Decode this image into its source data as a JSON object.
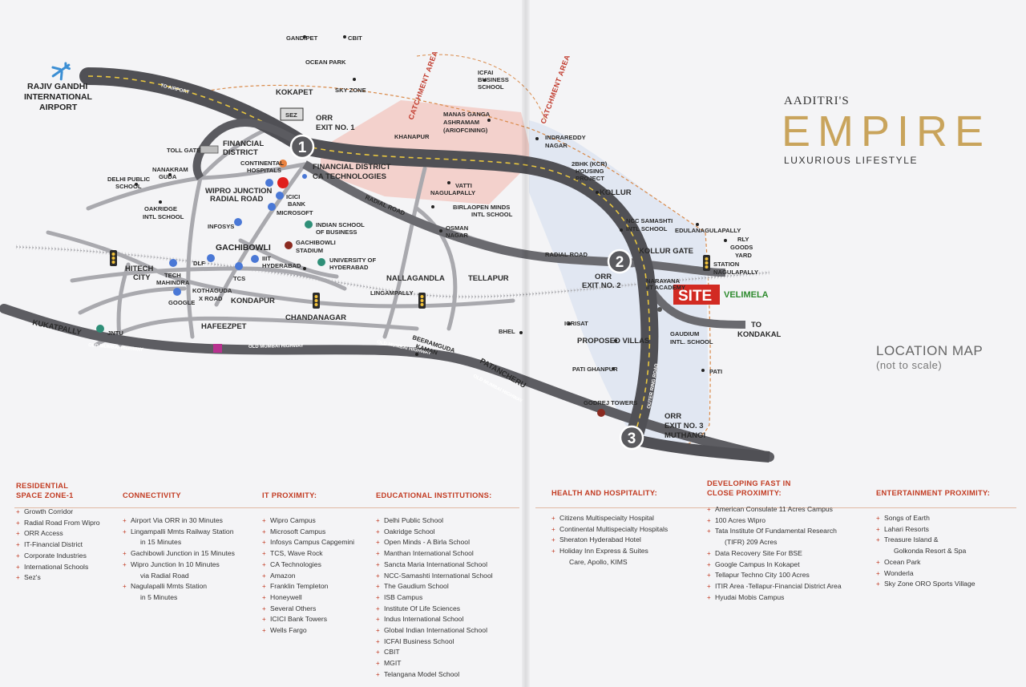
{
  "brand": {
    "prefix": "AADITRI'S",
    "name": "EMPIRE",
    "tagline": "LUXURIOUS LIFESTYLE"
  },
  "location_map": {
    "title": "LOCATION MAP",
    "subtitle": "(not to scale)"
  },
  "map_labels": {
    "airport": [
      "RAJIV GANDHI",
      "INTERNATIONAL",
      "AIRPORT"
    ],
    "to_airport": "TO AIRPORT",
    "gandipet": "GANDIPET",
    "cbit": "CBIT",
    "ocean_park": "OCEAN PARK",
    "kokapet": "KOKAPET",
    "sky_zone": "SKY ZONE",
    "sez": "SEZ",
    "orr_exit_1": [
      "ORR",
      "EXIT NO. 1"
    ],
    "icfai": [
      "ICFAI",
      "BUSINESS",
      "SCHOOL"
    ],
    "catchment_1": "CATCHMENT AREA",
    "catchment_2": "CATCHMENT AREA",
    "manas_ganga": [
      "MANAS GANGA",
      "ASHRAMAM",
      "(ARIOFCINING)"
    ],
    "khanapur": "KHANAPUR",
    "indrareddy": [
      "INDRAREDDY",
      "NAGAR"
    ],
    "financial_district": [
      "FINANCIAL",
      "DISTRICT"
    ],
    "toll_gate": "TOLL GATE",
    "continental": [
      "CONTINENTAL",
      "HOSPITALS"
    ],
    "fin_district_2": "FINANCIAL DISTRICT",
    "ca_tech": "CA TECHNOLOGIES",
    "nanakram": [
      "NANAKRAM",
      "GUDA"
    ],
    "dps": [
      "DELHI PUBLIC",
      "SCHOOL"
    ],
    "oakridge": [
      "OAKRIDGE",
      "INTL SCHOOL"
    ],
    "wipro_junction": [
      "WIPRO JUNCTION",
      "RADIAL ROAD"
    ],
    "icici": [
      "ICICI",
      "BANK"
    ],
    "microsoft": "MICROSOFT",
    "infosys": "INFOSYS",
    "indian_school": [
      "INDIAN SCHOOL",
      "OF BUSINESS"
    ],
    "vatti": [
      "VATTI",
      "NAGULAPALLY"
    ],
    "birlaopen": [
      "BIRLAOPEN MINDS",
      "INTL SCHOOL"
    ],
    "radial_road_1": "RADIAL ROAD",
    "osman_nagar": [
      "OSMAN",
      "NAGAR"
    ],
    "gachibowli": "GACHIBOWLI",
    "gachibowli_stadium": [
      "GACHIBOWLI",
      "STADIUM"
    ],
    "iiit": [
      "IIIT",
      "HYDERABAD"
    ],
    "university": [
      "UNIVERSITY OF",
      "HYDERABAD"
    ],
    "dlf": "DLF",
    "tcs": "TCS",
    "hitech": [
      "HITECH",
      "CITY"
    ],
    "tech_mahindra": [
      "TECH",
      "MAHINDRA"
    ],
    "google": "GOOGLE",
    "kothaguda": [
      "KOTHAGUDA",
      "X ROAD"
    ],
    "kondapur": "KONDAPUR",
    "nallagandla": "NALLAGANDLA",
    "tellapur": "TELLAPUR",
    "lingampally": "LINGAMPALLY",
    "chandanagar": "CHANDANAGAR",
    "hafeezpet": "HAFEEZPET",
    "kukatpally": "KUKATPALLY",
    "jntu": "JNTU",
    "old_mumbai_1": "OLD MUMBAI HIGHWAY",
    "old_mumbai_2": "OLD MUMBAI HIGHWAY",
    "old_mumbai_3": "OLD MUMBAI HIGHWAY",
    "old_mumbai_4": "OLD MUMBAI HIGHWAY",
    "beeramguda": [
      "BEERAMGUDA",
      "KAMAN"
    ],
    "patancheru": "PATANCHERU",
    "bhel": "BHEL",
    "housing": [
      "2BHK (KCR)",
      "HOUSING",
      "PROJECT"
    ],
    "kollur": "KOLLUR",
    "ncc": [
      "NCC SAMASHTI",
      "INTL SCHOOL"
    ],
    "edulanagulapally": "EDULANAGULAPALLY",
    "rly": [
      "RLY",
      "GOODS",
      "YARD"
    ],
    "kollur_gate": "KOLLUR GATE",
    "station": [
      "STATION",
      "NAGULAPALLY"
    ],
    "radial_road_2": "RADIAL ROAD",
    "orr_exit_2": [
      "ORR",
      "EXIT NO. 2"
    ],
    "narayana": [
      "NARAYANA",
      "IIT ACADEMY"
    ],
    "site": "SITE",
    "velimela": "VELIMELA",
    "icrisat": "ICRISAT",
    "proposed_villas": "PROPOSED VILLAS",
    "gaudium": [
      "GAUDIUM",
      "INTL. SCHOOL"
    ],
    "to_kondakal": [
      "TO",
      "KONDAKAL"
    ],
    "pati_ghanpur": "PATI GHANPUR",
    "pati": "PATI",
    "godrej": "GODREJ TOWERS",
    "outer_ring_road": "OUTER RING ROAD",
    "orr_exit_3": [
      "ORR",
      "EXIT NO. 3",
      "MUTHANGI"
    ],
    "exit_numbers": [
      "1",
      "2",
      "3"
    ]
  },
  "columns": [
    {
      "title": [
        "RESIDENTIAL",
        "SPACE ZONE-1"
      ],
      "items": [
        "Growth Corridor",
        "Radial Road From Wipro",
        "ORR Access",
        "IT-Financial District",
        "Corporate Industries",
        "International Schools",
        "Sez's"
      ]
    },
    {
      "title": [
        "CONNECTIVITY"
      ],
      "items": [
        "Airport Via ORR in 30 Minutes",
        "Lingampalli Mmts Railway Station",
        "   in 15 Minutes",
        "Gachibowli Junction in 15 Minutes",
        "Wipro Junction In 10 Minutes",
        "   via Radial Road",
        "Nagulapalli Mmts Station",
        "   in 5 Minutes"
      ]
    },
    {
      "title": [
        "IT PROXIMITY:"
      ],
      "items": [
        "Wipro Campus",
        "Microsoft Campus",
        "Infosys Campus Capgemini",
        "TCS, Wave Rock",
        "CA Technologies",
        "Amazon",
        "Franklin Templeton",
        "Honeywell",
        "Several Others",
        "ICICI Bank Towers",
        "Wells Fargo"
      ]
    },
    {
      "title": [
        "EDUCATIONAL INSTITUTIONS:"
      ],
      "items": [
        "Delhi Public School",
        "Oakridge School",
        "Open Minds - A Birla School",
        "Manthan International School",
        "Sancta Maria International School",
        "NCC-Samashti International School",
        "The Gaudium School",
        "ISB Campus",
        "Institute Of Life Sciences",
        "Indus International School",
        "Global Indian International School",
        "ICFAI Business School",
        "CBIT",
        "MGIT",
        "Telangana Model School"
      ]
    },
    {
      "title": [
        "HEALTH AND HOSPITALITY:"
      ],
      "items": [
        "Citizens Multispecialty Hospital",
        "Continental Multispecialty Hospitals",
        "Sheraton Hyderabad Hotel",
        "Holiday Inn Express & Suites",
        "   Care, Apollo, KIMS"
      ]
    },
    {
      "title": [
        "DEVELOPING FAST IN",
        "CLOSE PROXIMITY:"
      ],
      "items": [
        "American Consulate 11 Acres Campus",
        "100 Acres Wipro",
        "Tata Institute Of Fundamental Research",
        "   (TIFR) 209 Acres",
        "Data Recovery Site For BSE",
        "Google Campus In Kokapet",
        "Tellapur Techno City 100 Acres",
        "ITIR Area -Tellapur-Financial District Area",
        "Hyudai Mobis Campus"
      ]
    },
    {
      "title": [
        "ENTERTAINMENT PROXIMITY:"
      ],
      "items": [
        "Songs of Earth",
        "Lahari Resorts",
        "Treasure Island &",
        "   Golkonda Resort & Spa",
        "Ocean Park",
        "Wonderla",
        "Sky Zone ORO Sports Village"
      ]
    }
  ],
  "colors": {
    "accent": "#c23b22",
    "gold": "#c9a45c",
    "road": "#6f6f73",
    "catchment": "#f3c6bd",
    "site": "#d22a22",
    "velimela": "#2e8b2e",
    "marker_blue": "#4a78d6",
    "marker_teal": "#2f8f78",
    "marker_brown": "#8b2a20"
  }
}
